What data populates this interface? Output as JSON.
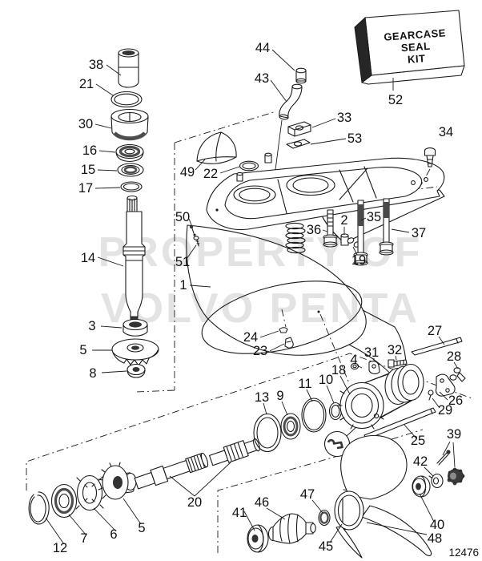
{
  "diagram": {
    "title": "gearcase exploded parts diagram",
    "drawing_number": "12476",
    "watermark_line1": "PROPERTY OF",
    "watermark_line2": "VOLVO PENTA",
    "colors": {
      "background": "#ffffff",
      "line": "#1a1a1a",
      "watermark": "#e3e3e3",
      "shaded": "#3a3a3a"
    }
  },
  "seal_kit": {
    "line1": "GEARCASE",
    "line2": "SEAL",
    "line3": "KIT"
  },
  "callouts": {
    "c1": "1",
    "c2": "2",
    "c3": "3",
    "c4": "4",
    "c5": "5",
    "c5b": "5",
    "c6": "6",
    "c7": "7",
    "c8": "8",
    "c9": "9",
    "c10": "10",
    "c11": "11",
    "c12": "12",
    "c13": "13",
    "c14": "14",
    "c15": "15",
    "c16": "16",
    "c17": "17",
    "c18": "18",
    "c19": "19",
    "c20": "20",
    "c21": "21",
    "c22": "22",
    "c23": "23",
    "c24": "24",
    "c25": "25",
    "c26": "26",
    "c27": "27",
    "c28": "28",
    "c29": "29",
    "c30": "30",
    "c31": "31",
    "c32": "32",
    "c33": "33",
    "c34": "34",
    "c35": "35",
    "c36": "36",
    "c37": "37",
    "c38": "38",
    "c39": "39",
    "c40": "40",
    "c41": "41",
    "c42": "42",
    "c43": "43",
    "c44": "44",
    "c45": "45",
    "c46": "46",
    "c47": "47",
    "c48": "48",
    "c49": "49",
    "c50": "50",
    "c51": "51",
    "c52": "52",
    "c53": "53"
  }
}
